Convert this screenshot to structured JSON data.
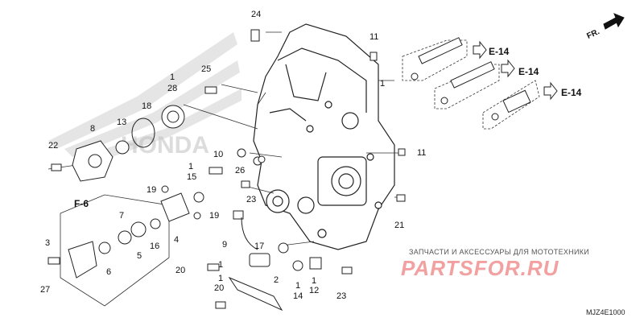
{
  "diagram": {
    "part_labels": [
      "24",
      "11",
      "1",
      "25",
      "1",
      "28",
      "18",
      "13",
      "8",
      "22",
      "10",
      "11",
      "1",
      "15",
      "26",
      "19",
      "F-6",
      "7",
      "19",
      "4",
      "23",
      "21",
      "3",
      "16",
      "5",
      "6",
      "9",
      "17",
      "1",
      "27",
      "20",
      "1",
      "2",
      "20",
      "1",
      "14",
      "1",
      "12",
      "23"
    ],
    "section_refs": [
      "E-14",
      "E-14",
      "E-14",
      "F-6"
    ],
    "direction_label": "FR.",
    "watermark_text": "ЗАПЧАСТИ И АКСЕССУАРЫ ДЛЯ МОТОТЕХНИКИ",
    "watermark_logo": "PARTSFOR.RU",
    "background_brand": "HONDA",
    "diagram_code": "MJZ4E1000"
  }
}
